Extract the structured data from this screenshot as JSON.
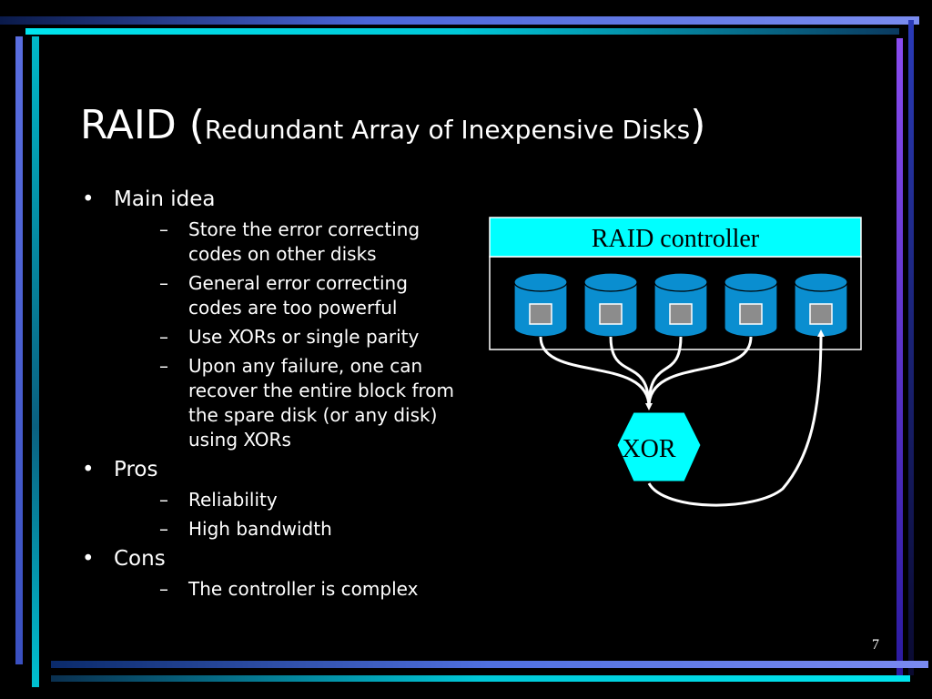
{
  "slide": {
    "title_main": "RAID (",
    "title_sub": "Redundant Array of Inexpensive Disks",
    "title_close": ")",
    "page_number": "7"
  },
  "bullets": [
    {
      "mark": "•",
      "text": "Main idea",
      "children": [
        {
          "mark": "–",
          "text": "Store the error correcting codes on other disks"
        },
        {
          "mark": "–",
          "text": "General error correcting codes are too powerful"
        },
        {
          "mark": "–",
          "text": "Use XORs or single parity"
        },
        {
          "mark": "–",
          "text": "Upon any failure, one can recover the entire block from the spare disk (or any disk) using XORs"
        }
      ]
    },
    {
      "mark": "•",
      "text": "Pros",
      "children": [
        {
          "mark": "–",
          "text": "Reliability"
        },
        {
          "mark": "–",
          "text": "High bandwidth"
        }
      ]
    },
    {
      "mark": "•",
      "text": "Cons",
      "children": [
        {
          "mark": "–",
          "text": "The controller is complex"
        }
      ]
    }
  ],
  "diagram": {
    "controller_label": "RAID controller",
    "xor_label": "XOR",
    "disk_count": 5,
    "colors": {
      "controller_fill": "#00ffff",
      "disk_fill": "#0a8ed0",
      "block_fill": "#8c8c8c",
      "xor_fill": "#00ffff",
      "wire": "#ffffff"
    }
  }
}
